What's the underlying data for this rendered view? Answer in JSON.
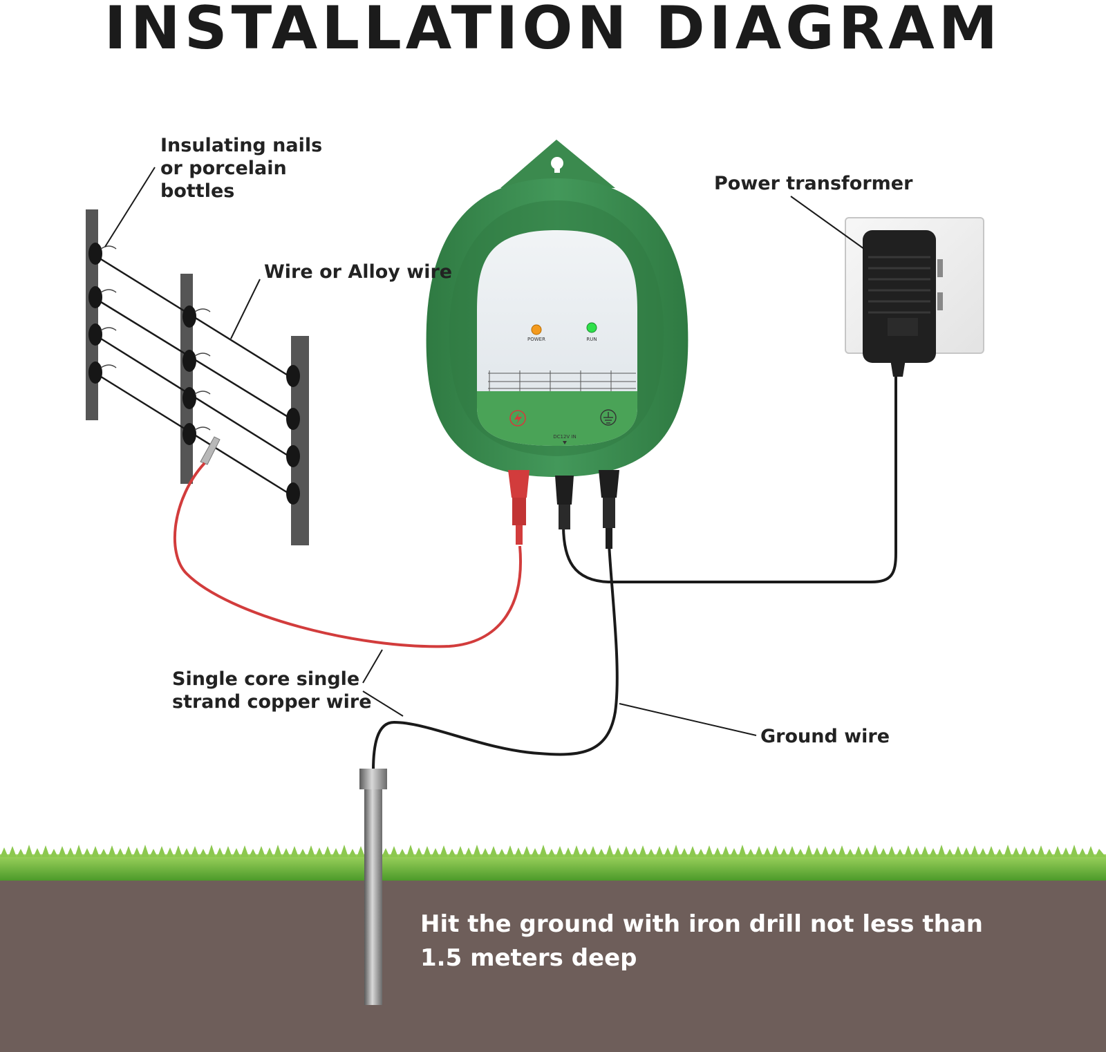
{
  "title": "INSTALLATION DIAGRAM",
  "labels": {
    "insulating_nails": [
      "Insulating nails",
      "or porcelain",
      "bottles"
    ],
    "wire_alloy": "Wire or Alloy wire",
    "power_transformer": "Power transformer",
    "copper_wire": [
      "Single core single",
      "strand copper wire"
    ],
    "ground_wire": "Ground wire"
  },
  "device": {
    "power_led_label": "POWER",
    "run_led_label": "RUN",
    "input_label": "DC12V IN"
  },
  "ground_instruction": [
    "Hit the ground with iron drill not less than",
    "1.5 meters deep"
  ],
  "colors": {
    "device_body": "#3b8a4e",
    "panel": "#e6ebef",
    "live_wire": "#d23c3c",
    "black_wire": "#1a1a1a",
    "soil": "#6e5e5a",
    "grass": "#6cb33f",
    "power_led": "#f39a1e",
    "run_led": "#2ee04a"
  }
}
